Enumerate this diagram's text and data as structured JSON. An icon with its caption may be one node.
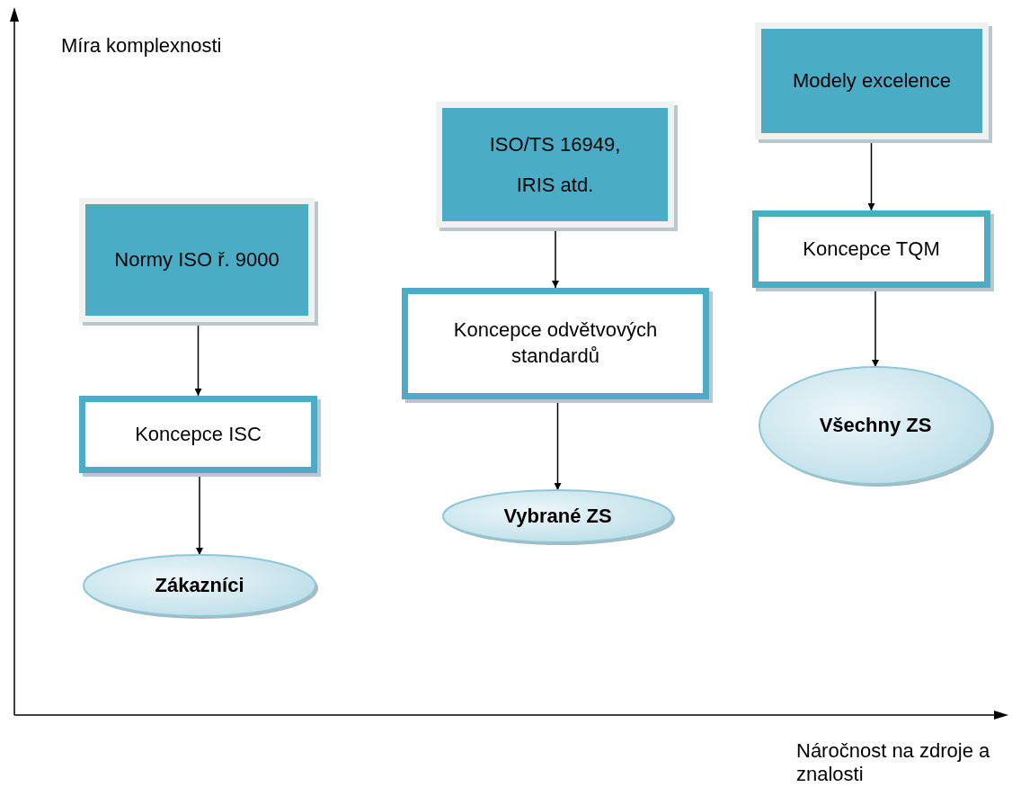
{
  "diagram": {
    "nodes": [
      {
        "text": [
          "Normy ISO ř. 9000"
        ]
      },
      {
        "text": [
          "Koncepce ISC"
        ]
      },
      {
        "text": [
          "Zákazníci"
        ]
      },
      {
        "text": [
          "ISO/TS 16949, IRIS atd."
        ]
      },
      {
        "text": [
          "Koncepce odvětvových standardů"
        ]
      },
      {
        "text": [
          "Vybrané ZS"
        ]
      },
      {
        "text": [
          "Modely excelence"
        ]
      },
      {
        "text": [
          "Koncepce TQM"
        ]
      },
      {
        "text": [
          "Všechny ZS"
        ]
      }
    ],
    "edges": [
      {
        "from": 0,
        "to": 1,
        "arrow": "to"
      },
      {
        "from": 1,
        "to": 2,
        "arrow": "to"
      },
      {
        "from": 3,
        "to": 4,
        "arrow": "to"
      },
      {
        "from": 4,
        "to": 5,
        "arrow": "to"
      },
      {
        "from": 6,
        "to": 7,
        "arrow": "to"
      },
      {
        "from": 7,
        "to": 8,
        "arrow": "to"
      }
    ],
    "labels": [
      "Míra komplexnosti",
      "Náročnost na zdroje a znalosti"
    ]
  }
}
